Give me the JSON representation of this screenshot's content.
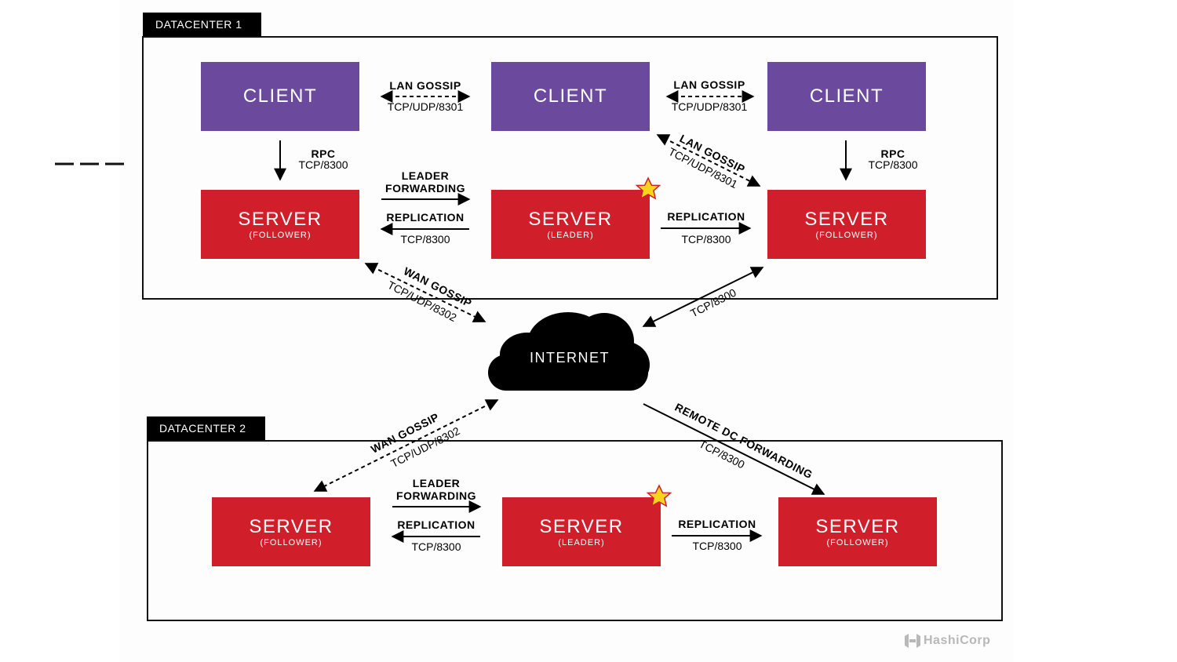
{
  "datacenters": [
    {
      "name": "DATACENTER 1"
    },
    {
      "name": "DATACENTER 2"
    }
  ],
  "nodes": {
    "dc1_client_left": {
      "title": "CLIENT"
    },
    "dc1_client_mid": {
      "title": "CLIENT"
    },
    "dc1_client_right": {
      "title": "CLIENT"
    },
    "dc1_server_left": {
      "title": "SERVER",
      "role": "(FOLLOWER)"
    },
    "dc1_server_mid": {
      "title": "SERVER",
      "role": "(LEADER)"
    },
    "dc1_server_right": {
      "title": "SERVER",
      "role": "(FOLLOWER)"
    },
    "dc2_server_left": {
      "title": "SERVER",
      "role": "(FOLLOWER)"
    },
    "dc2_server_mid": {
      "title": "SERVER",
      "role": "(LEADER)"
    },
    "dc2_server_right": {
      "title": "SERVER",
      "role": "(FOLLOWER)"
    }
  },
  "labels": {
    "lan_gossip": "LAN GOSSIP",
    "lan_port": "TCP/UDP/8301",
    "rpc": "RPC",
    "rpc_port": "TCP/8300",
    "leader_forwarding_1": "LEADER",
    "leader_forwarding_2": "FORWARDING",
    "replication": "REPLICATION",
    "replication_port": "TCP/8300",
    "wan_gossip": "WAN GOSSIP",
    "wan_port": "TCP/UDP/8302",
    "internet_port": "TCP/8300",
    "remote_dc": "REMOTE DC FORWARDING",
    "remote_dc_port": "TCP/8300"
  },
  "internet": "INTERNET",
  "brand": "HashiCorp",
  "colors": {
    "client": "#6b4a9e",
    "server": "#d01f2a",
    "leader_star": "#f7d51d",
    "frame": "#111111"
  }
}
